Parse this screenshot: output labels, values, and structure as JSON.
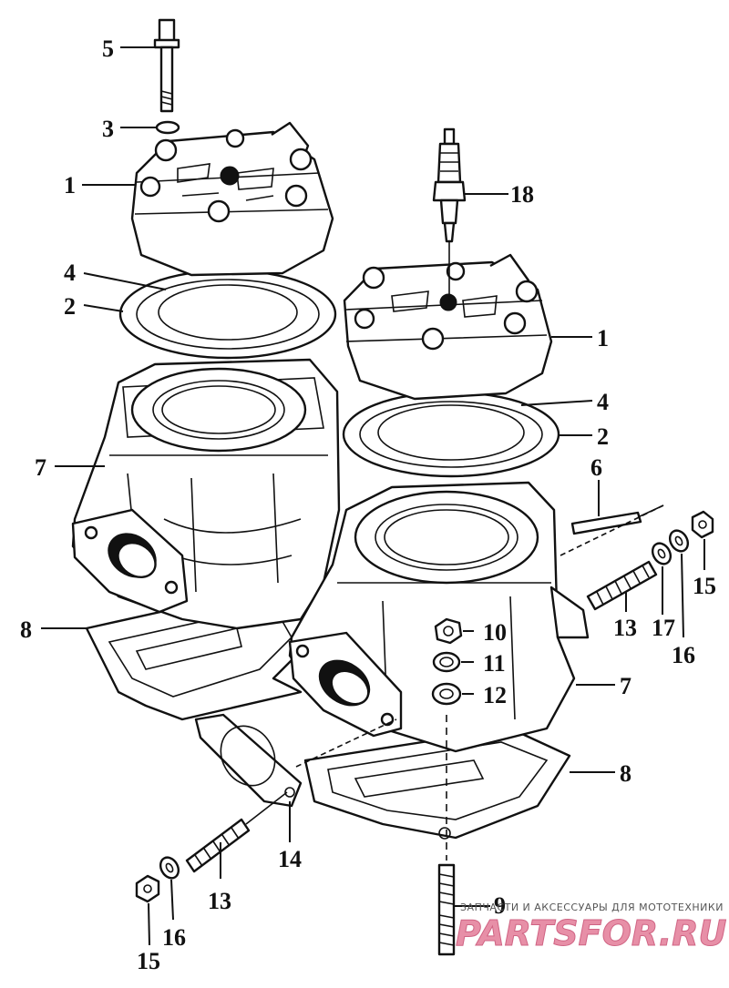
{
  "labels": {
    "l1a": "1",
    "l1b": "1",
    "l2a": "2",
    "l2b": "2",
    "l3": "3",
    "l4a": "4",
    "l4b": "4",
    "l5": "5",
    "l6": "6",
    "l7a": "7",
    "l7b": "7",
    "l8a": "8",
    "l8b": "8",
    "l9": "9",
    "l10": "10",
    "l11": "11",
    "l12": "12",
    "l13a": "13",
    "l13b": "13",
    "l14": "14",
    "l15a": "15",
    "l15b": "15",
    "l16a": "16",
    "l16b": "16",
    "l17": "17",
    "l18": "18"
  },
  "watermark": {
    "caption": "ЗАПЧАСТИ И АКСЕССУАРЫ ДЛЯ МОТОТЕХНИКИ",
    "logo": "PARTSFOR.RU"
  }
}
